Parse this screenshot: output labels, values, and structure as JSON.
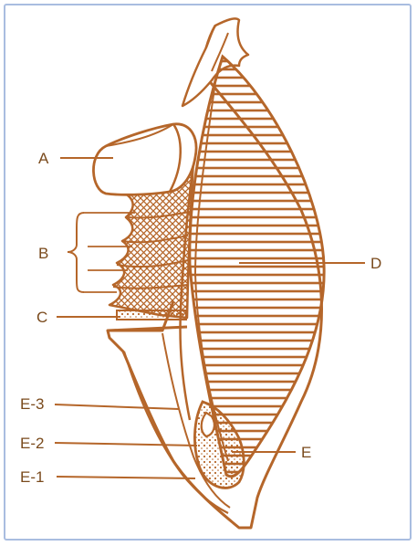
{
  "labels": {
    "A": "A",
    "B": "B",
    "C": "C",
    "D": "D",
    "E": "E",
    "E3": "E-3",
    "E2": "E-2",
    "E1": "E-1"
  },
  "colors": {
    "stroke": "#b5662a",
    "text": "#7a4a1c",
    "frame": "#a9bde0",
    "background": "#ffffff"
  }
}
